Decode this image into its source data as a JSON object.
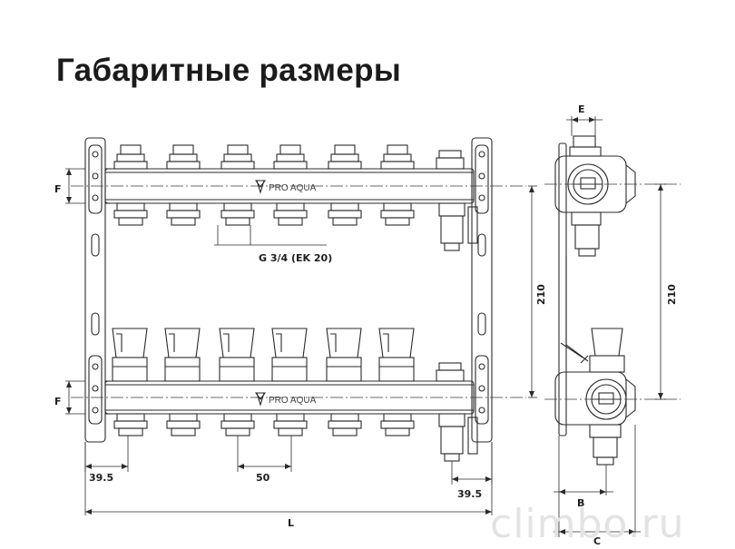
{
  "title": "Габаритные размеры",
  "watermark": "climbo.ru",
  "brand_label": "PRO AQUA",
  "thread_label": "G 3/4 (EK 20)",
  "dimensions": {
    "e": "E",
    "f": "F",
    "height": "210",
    "end_offset": "39.5",
    "pitch": "50",
    "length": "L",
    "b": "B",
    "c": "C"
  },
  "outlets_count": 6,
  "colors": {
    "line": "#2a2a2a",
    "fill": "#ffffff",
    "watermark": "#e3e3e3"
  }
}
